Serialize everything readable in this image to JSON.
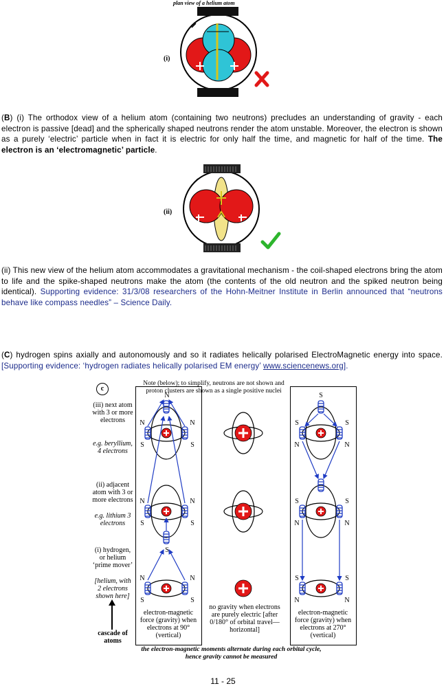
{
  "fig1": {
    "caption": "plan view of a helium atom",
    "label": "(i)"
  },
  "fig2": {
    "label": "(ii)"
  },
  "para_b": {
    "marker": "B",
    "text": " (i) The orthodox view of a helium atom (containing two neutrons) precludes an understanding of gravity - each electron is passive [dead] and the spherically shaped neutrons render the atom unstable.  Moreover, the electron is shown as a purely ‘electric’ particle when in fact it is electric for only half the time, and magnetic for half of the time.  ",
    "bold_tail": "The electron is an ‘electromagnetic’ particle",
    "end": "."
  },
  "para_ii": {
    "text": "(ii) This new view of the helium atom accommodates a gravitational mechanism - the coil-shaped electrons bring the atom to life and the spike-shaped neutrons make the atom (the contents of the old neutron and the spiked neutron being identical).  ",
    "evidence": "Supporting evidence: 31/3/08 researchers of the Hohn-Meitner Institute in Berlin announced that “neutrons behave like compass needles” – Science Daily."
  },
  "para_c": {
    "marker": "C",
    "text": " hydrogen spins axially and autonomously and so it radiates helically polarised ElectroMagnetic energy into space. ",
    "evidence": "[Supporting evidence: ‘hydrogen radiates helically polarised EM energy’ ",
    "link": "www.sciencenews.org",
    "end": "]."
  },
  "fig3": {
    "panel_label": "c",
    "note": "Note (below); to simplify, neutrons are not shown and proton clusters are shown as a single positive nuclei",
    "label_iii": "(iii) next atom with 3 or more electrons",
    "label_iii_ex": "e.g. beryllium, 4 electrons",
    "label_ii": "(ii) adjacent atom with 3 or more electrons",
    "label_ii_ex": "e.g. lithium 3 electrons",
    "label_i": "(i) hydrogen, or helium ‘prime mover’",
    "label_i_ex": "[helium, with 2 electrons shown here]",
    "cascade": "cascade of atoms",
    "col1_caption": "electron-magnetic force (gravity) when electrons at 90° (vertical)",
    "col2_caption": "no gravity when electrons are purely electric [after 0/180° of orbital travel—horizontal]",
    "col3_caption": "electron-magnetic force (gravity) when electrons at 270° (vertical)",
    "bottom_note": "the electron-magnetic moments alternate during each orbital cycle, hence gravity cannot be measured",
    "pole_n": "N",
    "pole_s": "S"
  },
  "footer": {
    "page": "11 - 25"
  }
}
